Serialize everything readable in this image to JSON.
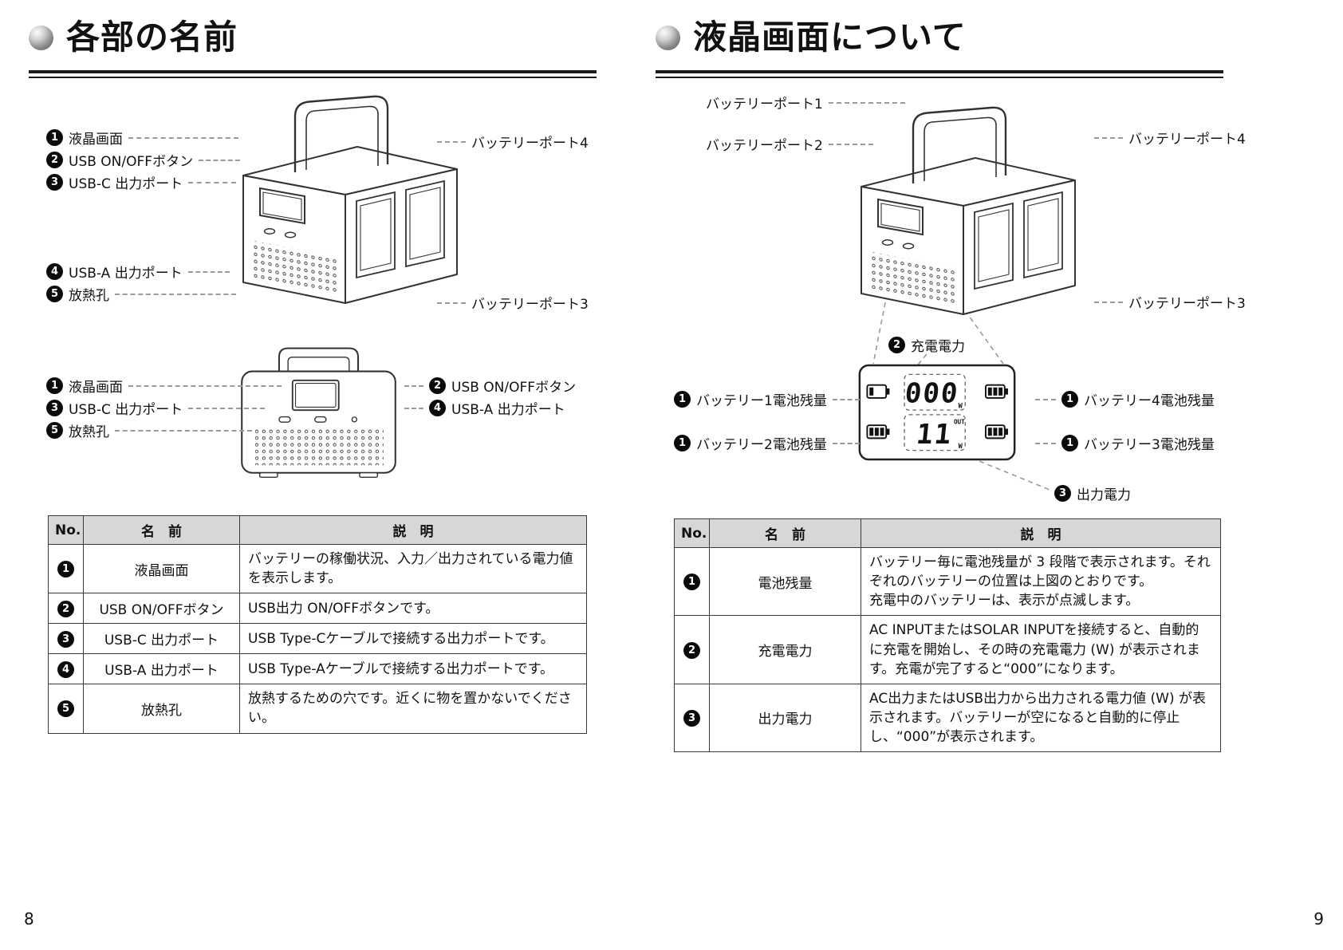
{
  "accent_colors": {
    "table_header_bg": "#d7d7d7",
    "line_color": "#333333",
    "leader_dash_color": "#9a9a9a"
  },
  "page_left": {
    "title": "各部の名前",
    "page_number": "8",
    "diagram1": {
      "left_labels": [
        {
          "num": "1",
          "text": "液晶画面"
        },
        {
          "num": "2",
          "text": "USB ON/OFFボタン"
        },
        {
          "num": "3",
          "text": "USB-C 出力ポート"
        },
        {
          "num": "4",
          "text": "USB-A 出力ポート"
        },
        {
          "num": "5",
          "text": "放熱孔"
        }
      ],
      "right_labels": [
        {
          "text": "バッテリーポート4"
        },
        {
          "text": "バッテリーポート3"
        }
      ]
    },
    "diagram2": {
      "left_labels": [
        {
          "num": "1",
          "text": "液晶画面"
        },
        {
          "num": "3",
          "text": "USB-C 出力ポート"
        },
        {
          "num": "5",
          "text": "放熱孔"
        }
      ],
      "right_labels": [
        {
          "num": "2",
          "text": "USB ON/OFFボタン"
        },
        {
          "num": "4",
          "text": "USB-A 出力ポート"
        }
      ]
    },
    "table": {
      "header": {
        "no": "No.",
        "name": "名　前",
        "desc": "説　明"
      },
      "rows": [
        {
          "num": "1",
          "name": "液晶画面",
          "desc": "バッテリーの稼働状況、入力／出力されている電力値を表示します。"
        },
        {
          "num": "2",
          "name": "USB ON/OFFボタン",
          "desc": "USB出力 ON/OFFボタンです。"
        },
        {
          "num": "3",
          "name": "USB-C 出力ポート",
          "desc": "USB Type-Cケーブルで接続する出力ポートです。"
        },
        {
          "num": "4",
          "name": "USB-A 出力ポート",
          "desc": "USB Type-Aケーブルで接続する出力ポートです。"
        },
        {
          "num": "5",
          "name": "放熱孔",
          "desc": "放熱するための穴です。近くに物を置かないでください。"
        }
      ]
    }
  },
  "page_right": {
    "title": "液晶画面について",
    "page_number": "9",
    "port_labels": {
      "p1": "バッテリーポート1",
      "p2": "バッテリーポート2",
      "p4": "バッテリーポート4",
      "p3": "バッテリーポート3"
    },
    "charge_label": {
      "num": "2",
      "text": "充電電力"
    },
    "output_label": {
      "num": "3",
      "text": "出力電力"
    },
    "battery_labels": {
      "b1": {
        "num": "1",
        "text": "バッテリー1電池残量"
      },
      "b2": {
        "num": "1",
        "text": "バッテリー2電池残量"
      },
      "b4": {
        "num": "1",
        "text": "バッテリー4電池残量"
      },
      "b3": {
        "num": "1",
        "text": "バッテリー3電池残量"
      }
    },
    "lcd": {
      "top_value": "000",
      "top_unit": "W",
      "bottom_value": "11",
      "out_label": "OUT",
      "bottom_unit": "W",
      "battery_icons": {
        "top_left": "battery-low-1bar",
        "top_right": "battery-full-3bar",
        "bottom_left": "battery-full-3bar",
        "bottom_right": "battery-full-3bar"
      }
    },
    "table": {
      "header": {
        "no": "No.",
        "name": "名　前",
        "desc": "説　明"
      },
      "rows": [
        {
          "num": "1",
          "name": "電池残量",
          "desc": "バッテリー毎に電池残量が 3 段階で表示されます。それぞれのバッテリーの位置は上図のとおりです。\n充電中のバッテリーは、表示が点滅します。"
        },
        {
          "num": "2",
          "name": "充電電力",
          "desc": "AC INPUTまたはSOLAR INPUTを接続すると、自動的に充電を開始し、その時の充電電力 (W) が表示されます。充電が完了すると“000”になります。"
        },
        {
          "num": "3",
          "name": "出力電力",
          "desc": "AC出力またはUSB出力から出力される電力値 (W) が表示されます。バッテリーが空になると自動的に停止し、“000”が表示されます。"
        }
      ]
    }
  }
}
